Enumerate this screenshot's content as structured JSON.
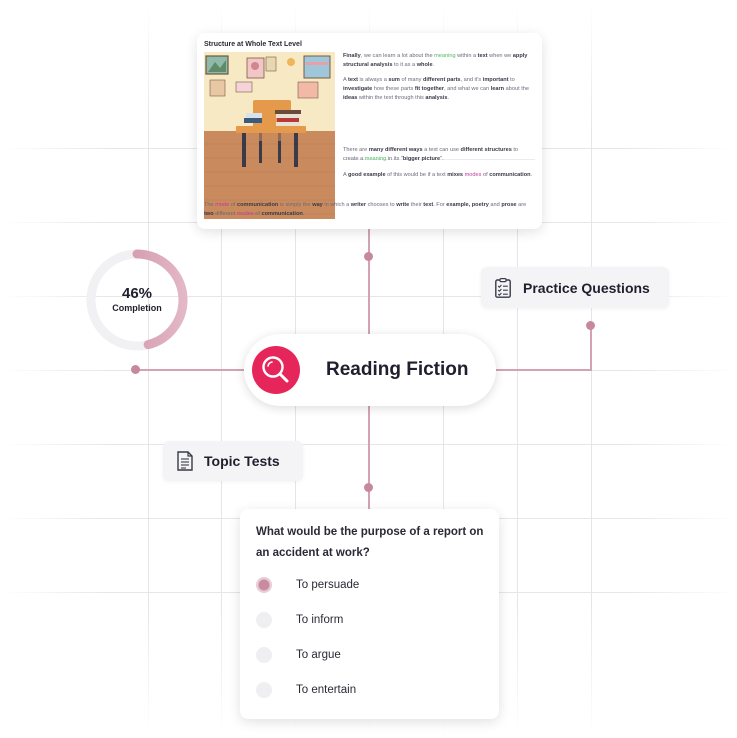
{
  "lesson_card": {
    "title": "Structure at Whole Text Level",
    "para1": [
      {
        "t": "Finally",
        "s": "b"
      },
      {
        "t": ", we can learn a lot about the "
      },
      {
        "t": "meaning",
        "s": "g"
      },
      {
        "t": " within a "
      },
      {
        "t": "text",
        "s": "b"
      },
      {
        "t": " when we "
      },
      {
        "t": "apply structural analysis",
        "s": "b"
      },
      {
        "t": " to it as a "
      },
      {
        "t": "whole",
        "s": "b"
      },
      {
        "t": "."
      }
    ],
    "para2": [
      {
        "t": "A "
      },
      {
        "t": "text",
        "s": "b"
      },
      {
        "t": " is always a "
      },
      {
        "t": "sum",
        "s": "b"
      },
      {
        "t": " of many "
      },
      {
        "t": "different parts",
        "s": "b"
      },
      {
        "t": ", and it's "
      },
      {
        "t": "important",
        "s": "b"
      },
      {
        "t": " to "
      },
      {
        "t": "investigate",
        "s": "b"
      },
      {
        "t": " how these parts "
      },
      {
        "t": "fit together",
        "s": "b"
      },
      {
        "t": ", and what we can "
      },
      {
        "t": "learn",
        "s": "b"
      },
      {
        "t": " about the "
      },
      {
        "t": "ideas",
        "s": "b"
      },
      {
        "t": " within the text through this "
      },
      {
        "t": "analysis",
        "s": "b"
      },
      {
        "t": "."
      }
    ],
    "para3": [
      {
        "t": "There are "
      },
      {
        "t": "many different ways",
        "s": "b"
      },
      {
        "t": " a text can use "
      },
      {
        "t": "different structures",
        "s": "b"
      },
      {
        "t": " to create a "
      },
      {
        "t": "meaning",
        "s": "g"
      },
      {
        "t": " in its \""
      },
      {
        "t": "bigger picture",
        "s": "b"
      },
      {
        "t": "\"."
      }
    ],
    "para4": [
      {
        "t": "A "
      },
      {
        "t": "good example",
        "s": "b"
      },
      {
        "t": " of this would be if a text "
      },
      {
        "t": "mixes",
        "s": "b"
      },
      {
        "t": " "
      },
      {
        "t": "modes",
        "s": "p"
      },
      {
        "t": " of "
      },
      {
        "t": "communication",
        "s": "b"
      },
      {
        "t": "."
      }
    ],
    "footer": [
      {
        "t": "The "
      },
      {
        "t": "mode",
        "s": "p"
      },
      {
        "t": " of "
      },
      {
        "t": "communication",
        "s": "b"
      },
      {
        "t": " is simply the "
      },
      {
        "t": "way",
        "s": "b"
      },
      {
        "t": " in which a "
      },
      {
        "t": "writer",
        "s": "b"
      },
      {
        "t": " chooses to "
      },
      {
        "t": "write",
        "s": "b"
      },
      {
        "t": " their "
      },
      {
        "t": "text",
        "s": "b"
      },
      {
        "t": ". For "
      },
      {
        "t": "example, poetry",
        "s": "b"
      },
      {
        "t": " and "
      },
      {
        "t": "prose",
        "s": "b"
      },
      {
        "t": " are "
      },
      {
        "t": "two",
        "s": "b"
      },
      {
        "t": " different "
      },
      {
        "t": "modes",
        "s": "p"
      },
      {
        "t": " of "
      },
      {
        "t": "communication",
        "s": "b"
      },
      {
        "t": "."
      }
    ]
  },
  "completion": {
    "percent_label": "46%",
    "label": "Completion",
    "fraction": 0.46
  },
  "practice_chip": {
    "label": "Practice Questions",
    "icon": "checklist-icon"
  },
  "topic_chip": {
    "label": "Topic Tests",
    "icon": "document-icon"
  },
  "center": {
    "label": "Reading Fiction",
    "icon": "magnifier-icon"
  },
  "quiz": {
    "question": "What would be the purpose of a report on an accident at work?",
    "options": [
      {
        "label": "To persuade",
        "selected": true
      },
      {
        "label": "To inform",
        "selected": false
      },
      {
        "label": "To argue",
        "selected": false
      },
      {
        "label": "To entertain",
        "selected": false
      }
    ]
  },
  "colors": {
    "accent": "#e6265a",
    "ring": "#c98ba0",
    "connector": "#d3a3b3",
    "highlight_green": "#4cbb5e",
    "highlight_purple": "#c23a9c"
  }
}
